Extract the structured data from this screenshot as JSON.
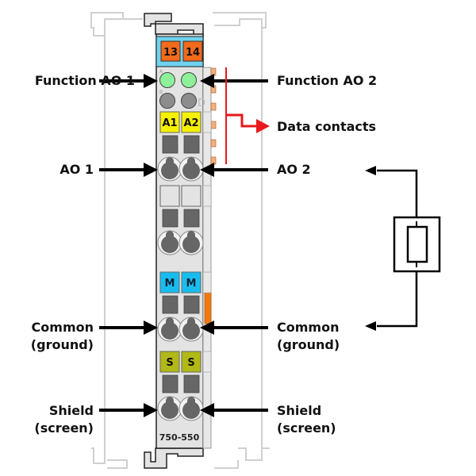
{
  "module": {
    "part_number": "750-550",
    "top_terminals": [
      "13",
      "14"
    ],
    "led_labels": [
      "A",
      "B",
      "C",
      "D"
    ],
    "rows": [
      {
        "tags": [
          "A1",
          "A2"
        ],
        "tag_color": "#f5f000"
      },
      {
        "tags": [
          "",
          ""
        ],
        "tag_color": "#e3e3e3"
      },
      {
        "tags": [
          "M",
          "M"
        ],
        "tag_color": "#18bdf0"
      },
      {
        "tags": [
          "S",
          "S"
        ],
        "tag_color": "#b2b816"
      }
    ],
    "colors": {
      "housing": "#e3e3e3",
      "top_blue": "#6fd2ef",
      "terminal_orange": "#f26a1b",
      "led_green": "#8ef09a",
      "led_gray": "#8d8d8d",
      "clamp_dark": "#666666",
      "side_contact": "#f3b07a",
      "power_contact": "#f07a10",
      "rail": "#cfcfcf",
      "data_arrow": "#e8181c"
    }
  },
  "labels": {
    "left": [
      {
        "text": "Function AO 1"
      },
      {
        "text": "AO 1"
      },
      {
        "text": "Common\n(ground)"
      },
      {
        "text": "Shield\n(screen)"
      }
    ],
    "right": [
      {
        "text": "Function AO 2"
      },
      {
        "text": "AO 2"
      },
      {
        "text": "Common\n(ground)"
      },
      {
        "text": "Shield\n(screen)"
      }
    ],
    "data_contacts": "Data contacts"
  },
  "circuit": {
    "component": "resistor-load"
  }
}
